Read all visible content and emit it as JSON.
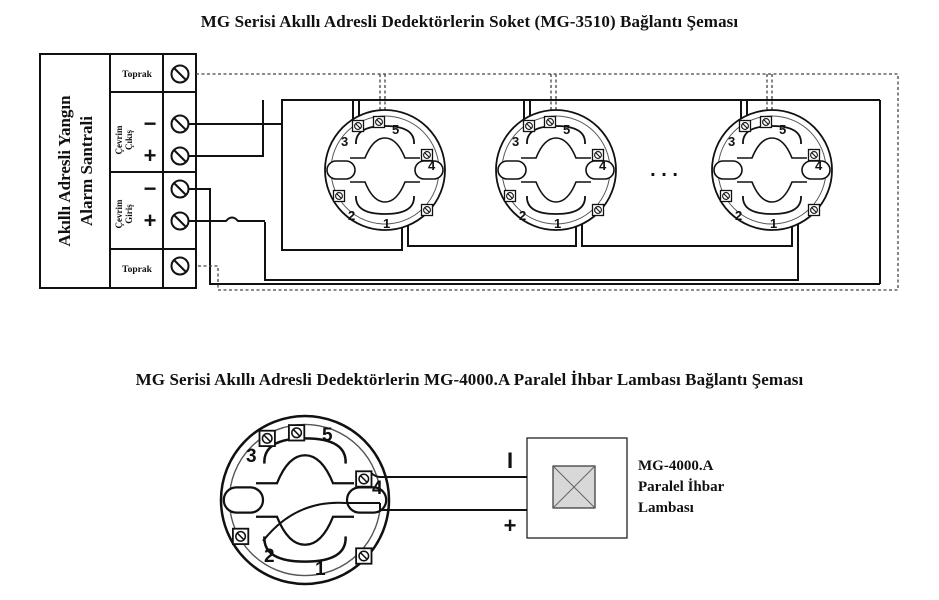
{
  "diagram1": {
    "title": "MG Serisi Akıllı Adresli Dedektörlerin Soket (MG-3510) Bağlantı Şeması",
    "panel": {
      "line1": "Akıllı Adresli Yangın",
      "line2": "Alarm Santrali",
      "ground_top": "Toprak",
      "ground_bottom": "Toprak",
      "out_label_1": "Çevrim",
      "out_label_2": "Çıkış",
      "in_label_1": "Çevrim",
      "in_label_2": "Giriş",
      "minus": "−",
      "plus": "+"
    },
    "socket_terminals": [
      "1",
      "2",
      "3",
      "4",
      "5"
    ],
    "ellipsis": ". . ."
  },
  "diagram2": {
    "title": "MG Serisi Akıllı Adresli Dedektörlerin MG-4000.A Paralel İhbar Lambası Bağlantı Şeması",
    "socket_terminals": [
      "1",
      "2",
      "3",
      "4",
      "5"
    ],
    "minus": "I",
    "plus": "+",
    "lamp": {
      "line1": "MG-4000.A",
      "line2": "Paralel İhbar",
      "line3": "Lambası"
    }
  }
}
